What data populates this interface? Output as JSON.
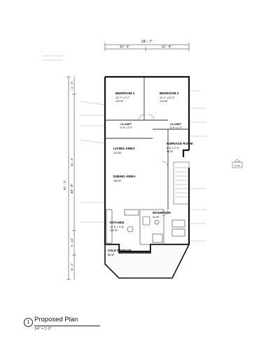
{
  "drawing": {
    "dims": {
      "overall_width": "24' - 7\"",
      "left_width": "12' - 5\"",
      "right_width": "11' - 5\"",
      "overall_length": "51' - 1\"",
      "length_inner": "48' - 8\"",
      "seg_1": "4' - 0\"",
      "seg_2": "31' - 6\"",
      "seg_3": "6' - 10\"",
      "seg_4": "8' - 4\""
    },
    "rooms": [
      {
        "name": "BEDROOM 1",
        "size": "12'-7\" x 9'-7\"",
        "area": "120 SF"
      },
      {
        "name": "BEDROOM 2",
        "size": "11'-1\" x 10'-0\"",
        "area": "124 SF"
      },
      {
        "name": "CLOSET",
        "size": "6'-9\" x 2'-0\"",
        "area": ""
      },
      {
        "name": "CLOSET",
        "size": "6'-9\" x 2'-0\"",
        "area": ""
      },
      {
        "name": "FURNACE ROOM",
        "size": "6'-6\" x 7'-0\"",
        "area": "46 SF"
      },
      {
        "name": "LIVING AREA",
        "size": "",
        "area": "133 SF"
      },
      {
        "name": "DINING AREA",
        "size": "",
        "area": "156 SF"
      },
      {
        "name": "KITCHEN",
        "size": "12'-6\" x 9'-6\"",
        "area": "120 SF"
      },
      {
        "name": "WASHROOM",
        "size": "",
        "area": "44 SF"
      },
      {
        "name": "COLD STORAGE",
        "size": "",
        "area": "86 SF"
      }
    ],
    "tag": "A1.02"
  },
  "title": {
    "number": "1",
    "name": "Proposed Plan",
    "scale": "1/4\" = 1'-0\""
  }
}
